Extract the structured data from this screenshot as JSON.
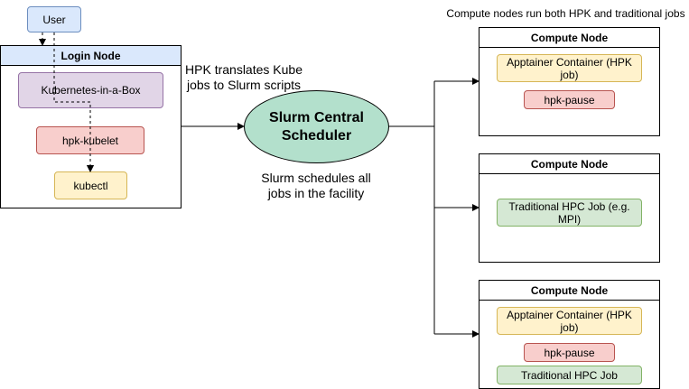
{
  "user": "User",
  "login_node": {
    "title": "Login Node",
    "kubernetes": "Kubernetes-in-a-Box",
    "kubelet": "hpk-kubelet",
    "kubectl": "kubectl"
  },
  "scheduler": {
    "line1": "Slurm Central",
    "line2": "Scheduler"
  },
  "notes": {
    "hpk_translates_line1": "HPK translates Kube",
    "hpk_translates_line2": "jobs to Slurm scripts",
    "slurm_schedules_line1": "Slurm schedules all",
    "slurm_schedules_line2": "jobs in the facility",
    "compute_nodes_note": "Compute nodes run both HPK and traditional jobs"
  },
  "compute_nodes": [
    {
      "title": "Compute Node",
      "apptainer_line1": "Apptainer Container (HPK",
      "apptainer_line2": "job)",
      "pause": "hpk-pause"
    },
    {
      "title": "Compute Node",
      "hpc_line1": "Traditional HPC Job (e.g.",
      "hpc_line2": "MPI)"
    },
    {
      "title": "Compute Node",
      "apptainer_line1": "Apptainer Container (HPK",
      "apptainer_line2": "job)",
      "pause": "hpk-pause",
      "hpc": "Traditional HPC Job"
    }
  ]
}
